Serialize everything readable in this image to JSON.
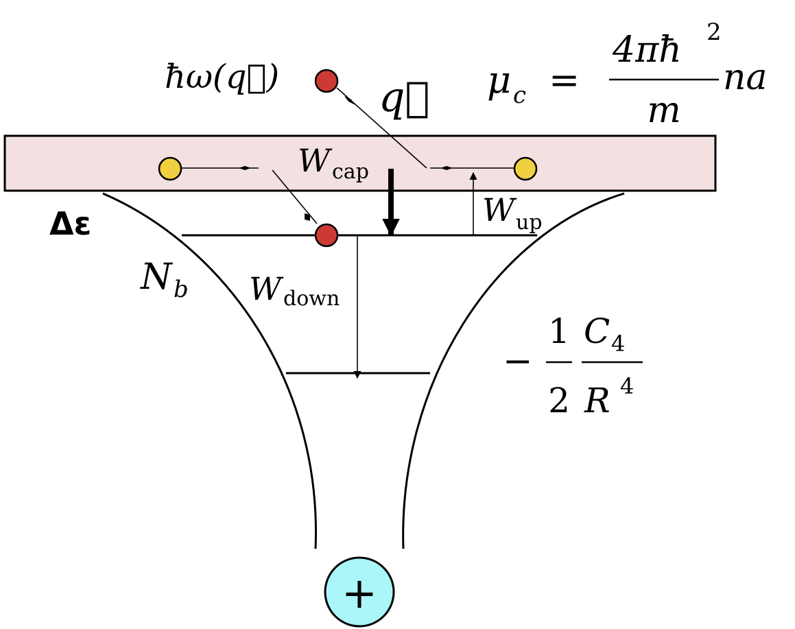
{
  "labels": {
    "phonon": "ħω(q⃗)",
    "momentum": "q⃗",
    "mu_lhs": "μ",
    "mu_sub": "c",
    "mu_eq": "=",
    "mu_num": "4πħ",
    "mu_num_exp": "2",
    "mu_den": "m",
    "mu_rhs": "na",
    "w_main": "W",
    "cap_sub": "cap",
    "up_sub": "up",
    "down_sub": "down",
    "delta_eps": "Δε",
    "nb_main": "N",
    "nb_sub": "b",
    "pot_minus": "−",
    "pot_num1": "1",
    "pot_den1": "2",
    "pot_num2_main": "C",
    "pot_num2_sub": "4",
    "pot_den2_main": "R",
    "pot_den2_exp": "4",
    "ion": "+"
  },
  "colors": {
    "band_fill": "#f3e0e0",
    "atom_red": "#cc3a33",
    "atom_yellow": "#f0d040",
    "ion_fill": "#aaf6f8",
    "line": "#000000"
  }
}
